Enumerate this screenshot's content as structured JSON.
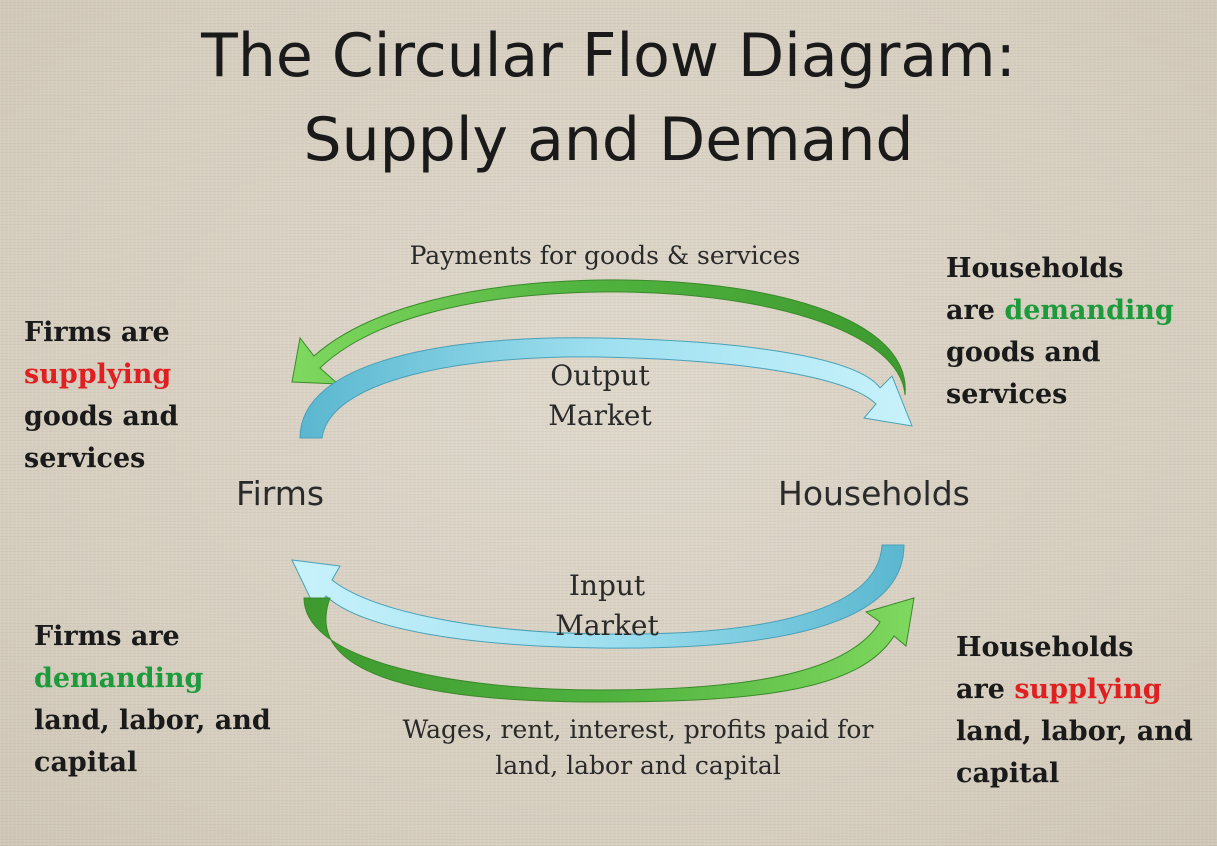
{
  "title": {
    "line1": "The Circular Flow Diagram:",
    "line2": "Supply and Demand"
  },
  "flows": {
    "payments_label": "Payments for goods & services",
    "output_market": [
      "Output",
      "Market"
    ],
    "input_market": [
      "Input",
      "Market"
    ],
    "wages_label": [
      "Wages, rent, interest, profits paid for",
      "land, labor and capital"
    ]
  },
  "entities": {
    "firms": "Firms",
    "households": "Households"
  },
  "notes": {
    "firms_supplying": {
      "line1": "Firms are",
      "highlight": "supplying",
      "line3": "goods and",
      "line4": "services"
    },
    "households_demanding": {
      "line1": "Households",
      "prefix": "are ",
      "highlight": "demanding",
      "line3": "goods and",
      "line4": "services"
    },
    "firms_demanding": {
      "line1": "Firms are",
      "highlight": "demanding",
      "line3": "land, labor, and",
      "line4": "capital"
    },
    "households_supplying": {
      "line1": "Households",
      "prefix": "are ",
      "highlight": "supplying",
      "line3": "land, labor, and",
      "line4": "capital"
    }
  },
  "colors": {
    "green_arrow": "#5cc24a",
    "blue_arrow": "#7fd0e6",
    "supplying_red": "#e02020",
    "demanding_green": "#1d9a3c"
  }
}
